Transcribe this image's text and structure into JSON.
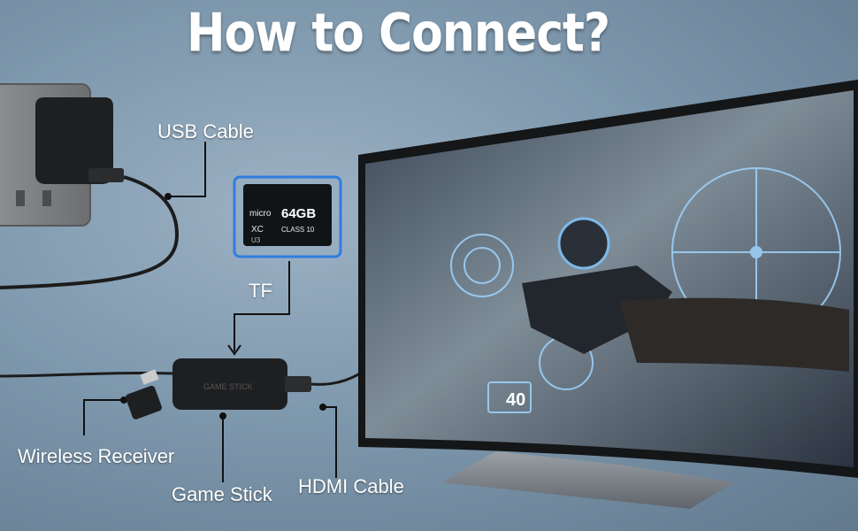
{
  "title": "How to Connect?",
  "labels": {
    "usb_cable": "USB Cable",
    "tf": "TF",
    "wireless_receiver": "Wireless Receiver",
    "game_stick": "Game Stick",
    "hdmi_cable": "HDMI Cable"
  },
  "sd_card": {
    "brand": "micro",
    "capacity": "64GB",
    "type": "XC",
    "class": "CLASS 10",
    "speed": "U3"
  },
  "tv_hud": {
    "ammo": "40"
  },
  "colors": {
    "background": "#7e98ad",
    "sd_highlight": "#2f7de1",
    "hud": "#9fd4ff"
  }
}
